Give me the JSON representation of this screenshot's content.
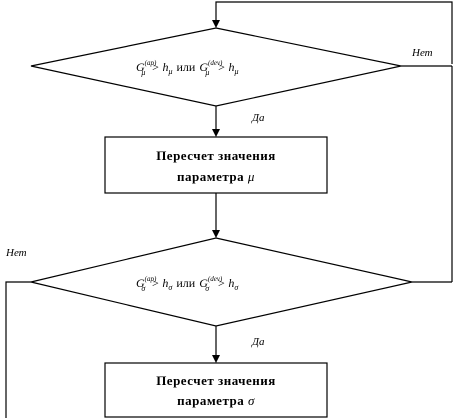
{
  "diagram": {
    "condition1": {
      "left_symbol": "G",
      "left_sup": "(ap)",
      "left_sub": "μ",
      "left_rel": "> h",
      "left_rel_sub": "μ",
      "connector": "или",
      "right_symbol": "G",
      "right_sup": "(dev)",
      "right_sub": "μ",
      "right_rel": "> h",
      "right_rel_sub": "μ"
    },
    "condition2": {
      "left_symbol": "G",
      "left_sup": "(ap)",
      "left_sub": "σ",
      "left_rel": "> h",
      "left_rel_sub": "σ",
      "connector": "или",
      "right_symbol": "G",
      "right_sup": "(dev)",
      "right_sub": "σ",
      "right_rel": "> h",
      "right_rel_sub": "σ"
    },
    "box1": {
      "line1": "Пересчет значения",
      "line2_text": "параметра ",
      "line2_symbol": "μ"
    },
    "box2": {
      "line1": "Пересчет значения",
      "line2_text": "параметра ",
      "line2_symbol": "σ"
    },
    "labels": {
      "no_1": "Нет",
      "yes_1": "Да",
      "no_2": "Нет",
      "yes_2": "Да"
    }
  }
}
